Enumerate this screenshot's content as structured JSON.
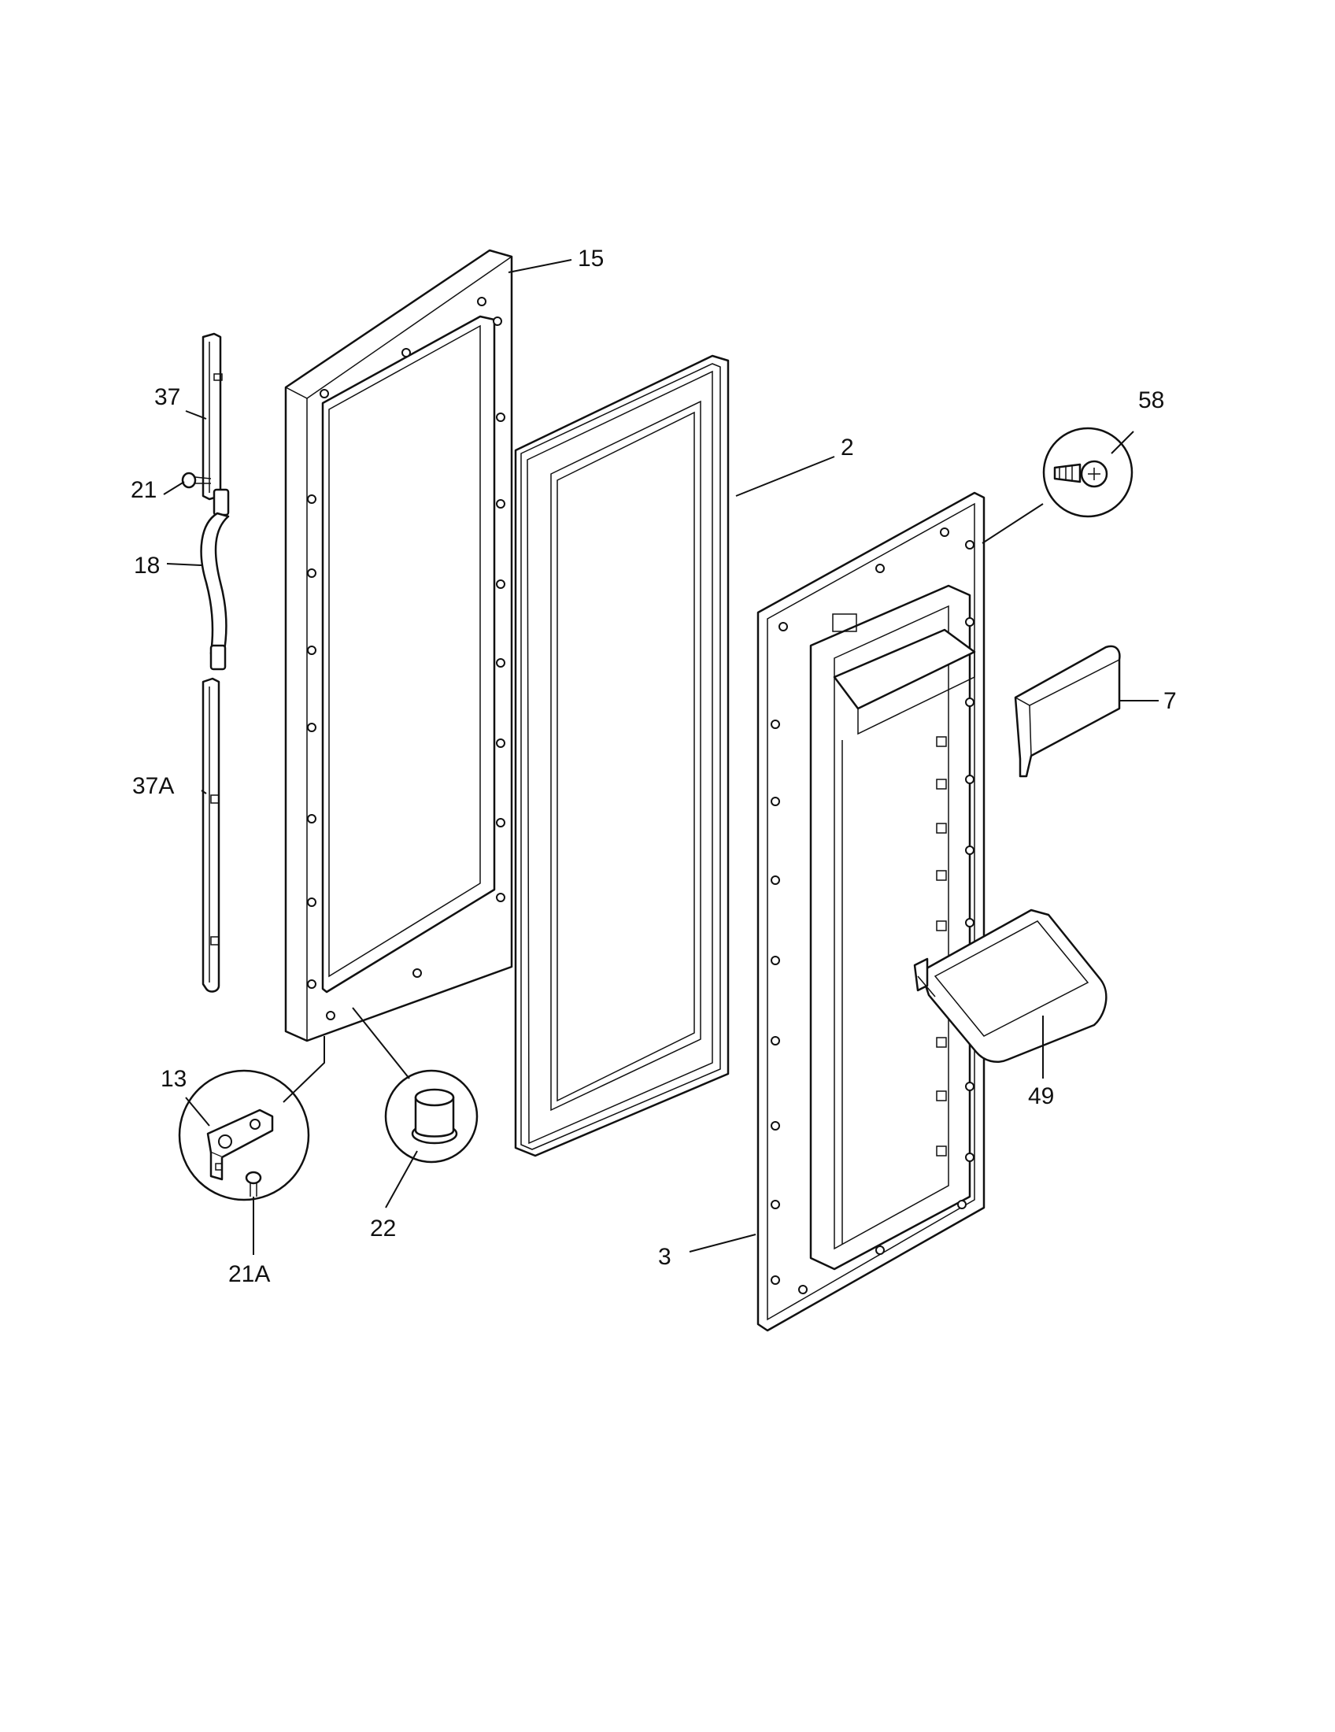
{
  "labels": {
    "p15": "15",
    "p37": "37",
    "p21": "21",
    "p18": "18",
    "p37a": "37A",
    "p13": "13",
    "p21a": "21A",
    "p22": "22",
    "p2": "2",
    "p58": "58",
    "p7": "7",
    "p49": "49",
    "p3": "3"
  }
}
